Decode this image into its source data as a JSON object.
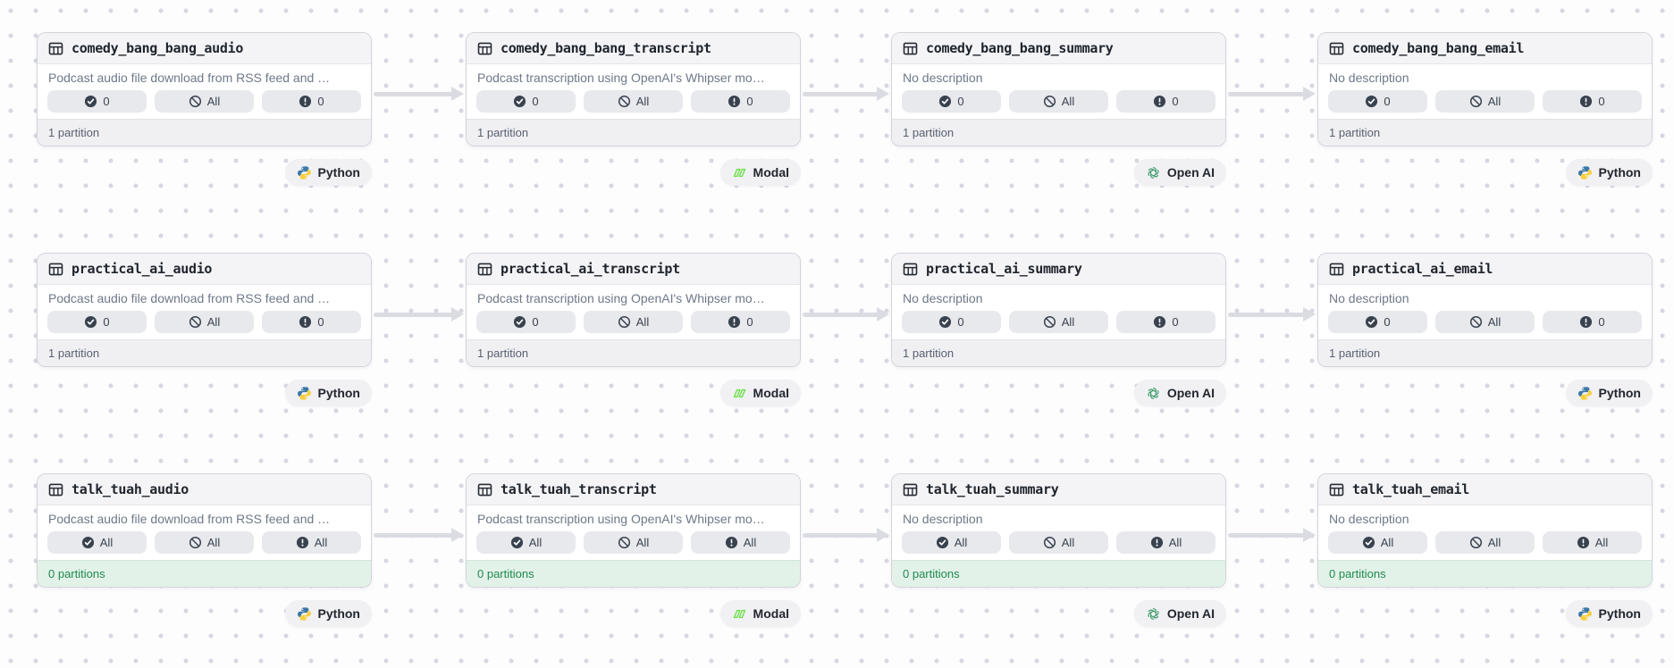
{
  "colors": {
    "partition_empty_bg": "#E3F2E8",
    "partition_empty_text": "#1E8A50",
    "badge_bg": "#E8E9ED",
    "edge": "#DADCE2",
    "python_blue": "#3B77A8",
    "python_yellow": "#F7CF3F",
    "modal_green": "#6FE04A",
    "openai_green": "#3D9A6A"
  },
  "graph": {
    "rows": [
      {
        "assets": [
          {
            "name": "comedy_bang_bang_audio",
            "description": "Podcast audio file download from RSS feed and …",
            "badges": [
              {
                "icon": "check-circle",
                "label": "0"
              },
              {
                "icon": "ban",
                "label": "All"
              },
              {
                "icon": "alert-circle",
                "label": "0"
              }
            ],
            "footer": "1 partition",
            "footer_state": "default",
            "tag": {
              "label": "Python",
              "logo": "python"
            }
          },
          {
            "name": "comedy_bang_bang_transcript",
            "description": "Podcast transcription using OpenAI's Whipser mo…",
            "badges": [
              {
                "icon": "check-circle",
                "label": "0"
              },
              {
                "icon": "ban",
                "label": "All"
              },
              {
                "icon": "alert-circle",
                "label": "0"
              }
            ],
            "footer": "1 partition",
            "footer_state": "default",
            "tag": {
              "label": "Modal",
              "logo": "modal"
            }
          },
          {
            "name": "comedy_bang_bang_summary",
            "description": "No description",
            "badges": [
              {
                "icon": "check-circle",
                "label": "0"
              },
              {
                "icon": "ban",
                "label": "All"
              },
              {
                "icon": "alert-circle",
                "label": "0"
              }
            ],
            "footer": "1 partition",
            "footer_state": "default",
            "tag": {
              "label": "Open AI",
              "logo": "openai"
            }
          },
          {
            "name": "comedy_bang_bang_email",
            "description": "No description",
            "badges": [
              {
                "icon": "check-circle",
                "label": "0"
              },
              {
                "icon": "ban",
                "label": "All"
              },
              {
                "icon": "alert-circle",
                "label": "0"
              }
            ],
            "footer": "1 partition",
            "footer_state": "default",
            "tag": {
              "label": "Python",
              "logo": "python"
            }
          }
        ]
      },
      {
        "assets": [
          {
            "name": "practical_ai_audio",
            "description": "Podcast audio file download from RSS feed and …",
            "badges": [
              {
                "icon": "check-circle",
                "label": "0"
              },
              {
                "icon": "ban",
                "label": "All"
              },
              {
                "icon": "alert-circle",
                "label": "0"
              }
            ],
            "footer": "1 partition",
            "footer_state": "default",
            "tag": {
              "label": "Python",
              "logo": "python"
            }
          },
          {
            "name": "practical_ai_transcript",
            "description": "Podcast transcription using OpenAI's Whipser mo…",
            "badges": [
              {
                "icon": "check-circle",
                "label": "0"
              },
              {
                "icon": "ban",
                "label": "All"
              },
              {
                "icon": "alert-circle",
                "label": "0"
              }
            ],
            "footer": "1 partition",
            "footer_state": "default",
            "tag": {
              "label": "Modal",
              "logo": "modal"
            }
          },
          {
            "name": "practical_ai_summary",
            "description": "No description",
            "badges": [
              {
                "icon": "check-circle",
                "label": "0"
              },
              {
                "icon": "ban",
                "label": "All"
              },
              {
                "icon": "alert-circle",
                "label": "0"
              }
            ],
            "footer": "1 partition",
            "footer_state": "default",
            "tag": {
              "label": "Open AI",
              "logo": "openai"
            }
          },
          {
            "name": "practical_ai_email",
            "description": "No description",
            "badges": [
              {
                "icon": "check-circle",
                "label": "0"
              },
              {
                "icon": "ban",
                "label": "All"
              },
              {
                "icon": "alert-circle",
                "label": "0"
              }
            ],
            "footer": "1 partition",
            "footer_state": "default",
            "tag": {
              "label": "Python",
              "logo": "python"
            }
          }
        ]
      },
      {
        "assets": [
          {
            "name": "talk_tuah_audio",
            "description": "Podcast audio file download from RSS feed and …",
            "badges": [
              {
                "icon": "check-circle",
                "label": "All"
              },
              {
                "icon": "ban",
                "label": "All"
              },
              {
                "icon": "alert-circle",
                "label": "All"
              }
            ],
            "footer": "0 partitions",
            "footer_state": "empty",
            "tag": {
              "label": "Python",
              "logo": "python"
            }
          },
          {
            "name": "talk_tuah_transcript",
            "description": "Podcast transcription using OpenAI's Whipser mo…",
            "badges": [
              {
                "icon": "check-circle",
                "label": "All"
              },
              {
                "icon": "ban",
                "label": "All"
              },
              {
                "icon": "alert-circle",
                "label": "All"
              }
            ],
            "footer": "0 partitions",
            "footer_state": "empty",
            "tag": {
              "label": "Modal",
              "logo": "modal"
            }
          },
          {
            "name": "talk_tuah_summary",
            "description": "No description",
            "badges": [
              {
                "icon": "check-circle",
                "label": "All"
              },
              {
                "icon": "ban",
                "label": "All"
              },
              {
                "icon": "alert-circle",
                "label": "All"
              }
            ],
            "footer": "0 partitions",
            "footer_state": "empty",
            "tag": {
              "label": "Open AI",
              "logo": "openai"
            }
          },
          {
            "name": "talk_tuah_email",
            "description": "No description",
            "badges": [
              {
                "icon": "check-circle",
                "label": "All"
              },
              {
                "icon": "ban",
                "label": "All"
              },
              {
                "icon": "alert-circle",
                "label": "All"
              }
            ],
            "footer": "0 partitions",
            "footer_state": "empty",
            "tag": {
              "label": "Python",
              "logo": "python"
            }
          }
        ]
      }
    ]
  }
}
